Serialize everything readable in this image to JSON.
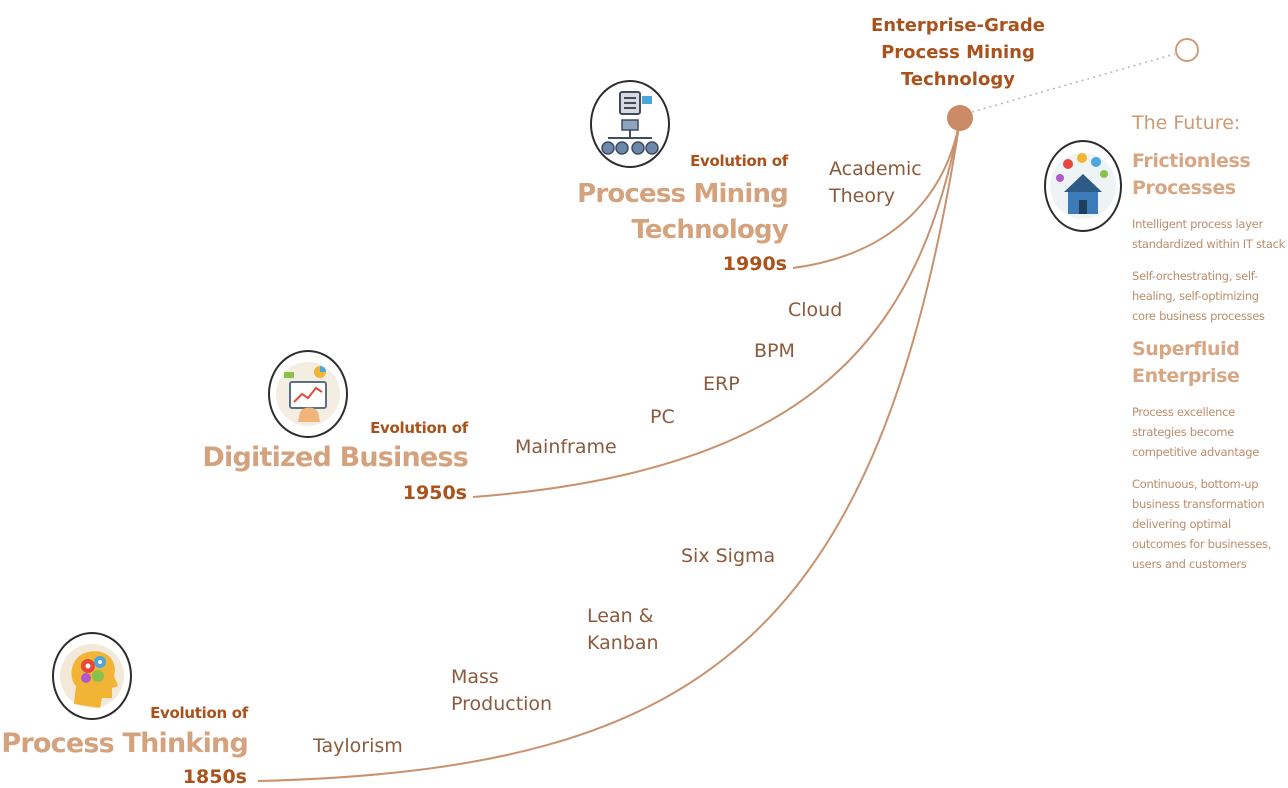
{
  "colors": {
    "curve": "#c8926e",
    "accent_dark": "#a9521c",
    "accent_light": "#d4a27d",
    "milestone_text": "#8b5a3c",
    "future_text": "#bb8d6c"
  },
  "goal": {
    "heading_lines": [
      "Enterprise-Grade",
      "Process Mining",
      "Technology"
    ],
    "icon": "destination-dot"
  },
  "eras": [
    {
      "prefix": "Evolution of",
      "title_lines": [
        "Process Thinking"
      ],
      "year": "1850s",
      "icon": "brain-gears-head-icon",
      "milestones": [
        {
          "lines": [
            "Taylorism"
          ]
        },
        {
          "lines": [
            "Mass",
            "Production"
          ]
        },
        {
          "lines": [
            "Lean &",
            "Kanban"
          ]
        },
        {
          "lines": [
            "Six Sigma"
          ]
        }
      ]
    },
    {
      "prefix": "Evolution of",
      "title_lines": [
        "Digitized Business"
      ],
      "year": "1950s",
      "icon": "business-analytics-icon",
      "milestones": [
        {
          "lines": [
            "Mainframe"
          ]
        },
        {
          "lines": [
            "PC"
          ]
        },
        {
          "lines": [
            "ERP"
          ]
        },
        {
          "lines": [
            "BPM"
          ]
        },
        {
          "lines": [
            "Cloud"
          ]
        }
      ]
    },
    {
      "prefix": "Evolution of",
      "title_lines": [
        "Process Mining",
        "Technology"
      ],
      "year": "1990s",
      "icon": "process-flow-chart-icon",
      "milestones": [
        {
          "lines": [
            "Academic",
            "Theory"
          ]
        }
      ]
    }
  ],
  "future": {
    "title": "The Future:",
    "icon": "smart-house-icon",
    "sections": [
      {
        "heading_lines": [
          "Frictionless",
          "Processes"
        ],
        "paragraphs": [
          [
            "Intelligent process layer",
            "standardized within IT stack"
          ],
          [
            "Self-orchestrating, self-",
            "healing, self-optimizing",
            "core business processes"
          ]
        ]
      },
      {
        "heading_lines": [
          "Superfluid",
          "Enterprise"
        ],
        "paragraphs": [
          [
            "Process excellence",
            "strategies become",
            "competitive advantage"
          ],
          [
            "Continuous, bottom-up",
            "business transformation",
            "delivering optimal",
            "outcomes for businesses,",
            "users and customers"
          ]
        ]
      }
    ]
  }
}
